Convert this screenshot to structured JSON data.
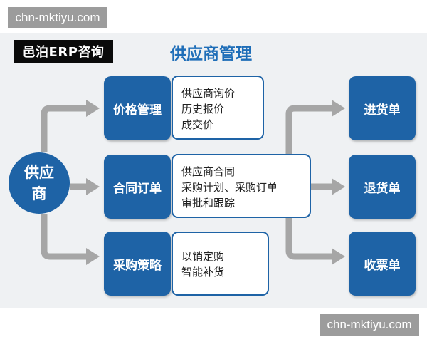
{
  "watermark": {
    "top": "chn-mktiyu.com",
    "bottom": "chn-mktiyu.com"
  },
  "logo": {
    "text": "邑泊ERP咨询"
  },
  "title": "供应商管理",
  "supplier": {
    "line1": "供应",
    "line2": "商"
  },
  "modules": [
    {
      "label": "价格管理",
      "details": [
        "供应商询价",
        "历史报价",
        "成交价"
      ]
    },
    {
      "label": "合同订单",
      "details": [
        "供应商合同",
        "采购计划、采购订单",
        "审批和跟踪"
      ]
    },
    {
      "label": "采购策略",
      "details": [
        "以销定购",
        "智能补货"
      ]
    }
  ],
  "outputs": [
    "进货单",
    "退货单",
    "收票单"
  ],
  "colors": {
    "node": "#1e63a6",
    "title": "#1f6eb8",
    "arrow": "#a6a6a6",
    "panel": "#eff1f3"
  }
}
